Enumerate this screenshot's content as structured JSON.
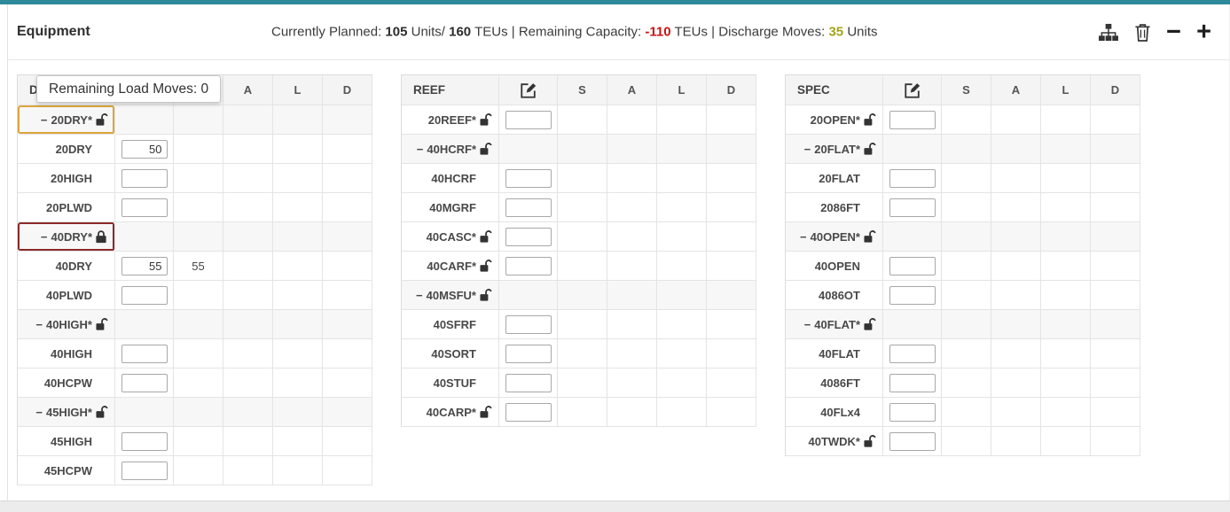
{
  "header": {
    "title": "Equipment",
    "summary": {
      "planned_label": "Currently Planned:",
      "planned_units_value": "105",
      "planned_units_unit": "Units/",
      "planned_teus_value": "160",
      "planned_teus_unit": "TEUs",
      "separator": "|",
      "capacity_label": "Remaining Capacity:",
      "capacity_value": "-110",
      "capacity_unit": "TEUs",
      "discharge_label": "Discharge Moves:",
      "discharge_value": "35",
      "discharge_unit": "Units"
    },
    "actions": {
      "collapse_glyph": "−",
      "expand_glyph": "+"
    }
  },
  "tooltip": {
    "text": "Remaining Load Moves: 0"
  },
  "column_headers": [
    "S",
    "A",
    "L",
    "D"
  ],
  "tables": [
    {
      "name": "DRY",
      "rows": [
        {
          "prefix": "−",
          "label": "20DRY*",
          "lock": "open",
          "group": true,
          "highlight": "focus"
        },
        {
          "label": "20DRY",
          "input": "50"
        },
        {
          "label": "20HIGH",
          "input": ""
        },
        {
          "label": "20PLWD",
          "input": ""
        },
        {
          "prefix": "−",
          "label": "40DRY*",
          "lock": "closed",
          "group": true,
          "highlight": "locked"
        },
        {
          "label": "40DRY",
          "input": "55",
          "s": "55"
        },
        {
          "label": "40PLWD",
          "input": ""
        },
        {
          "prefix": "−",
          "label": "40HIGH*",
          "lock": "open",
          "group": true
        },
        {
          "label": "40HIGH",
          "input": ""
        },
        {
          "label": "40HCPW",
          "input": ""
        },
        {
          "prefix": "−",
          "label": "45HIGH*",
          "lock": "open",
          "group": true
        },
        {
          "label": "45HIGH",
          "input": ""
        },
        {
          "label": "45HCPW",
          "input": ""
        }
      ]
    },
    {
      "name": "REEF",
      "rows": [
        {
          "label": "20REEF*",
          "lock": "open",
          "input": ""
        },
        {
          "prefix": "−",
          "label": "40HCRF*",
          "lock": "open",
          "group": true
        },
        {
          "label": "40HCRF",
          "input": ""
        },
        {
          "label": "40MGRF",
          "input": ""
        },
        {
          "label": "40CASC*",
          "lock": "open",
          "input": ""
        },
        {
          "label": "40CARF*",
          "lock": "open",
          "input": ""
        },
        {
          "prefix": "−",
          "label": "40MSFU*",
          "lock": "open",
          "group": true
        },
        {
          "label": "40SFRF",
          "input": ""
        },
        {
          "label": "40SORT",
          "input": ""
        },
        {
          "label": "40STUF",
          "input": ""
        },
        {
          "label": "40CARP*",
          "lock": "open",
          "input": ""
        }
      ]
    },
    {
      "name": "SPEC",
      "rows": [
        {
          "label": "20OPEN*",
          "lock": "open",
          "input": ""
        },
        {
          "prefix": "−",
          "label": "20FLAT*",
          "lock": "open",
          "group": true
        },
        {
          "label": "20FLAT",
          "input": ""
        },
        {
          "label": "2086FT",
          "input": ""
        },
        {
          "prefix": "−",
          "label": "40OPEN*",
          "lock": "open",
          "group": true
        },
        {
          "label": "40OPEN",
          "input": ""
        },
        {
          "label": "4086OT",
          "input": ""
        },
        {
          "prefix": "−",
          "label": "40FLAT*",
          "lock": "open",
          "group": true
        },
        {
          "label": "40FLAT",
          "input": ""
        },
        {
          "label": "4086FT",
          "input": ""
        },
        {
          "label": "40FLx4",
          "input": ""
        },
        {
          "label": "40TWDK*",
          "lock": "open",
          "input": ""
        }
      ]
    }
  ],
  "icons": {
    "header_actions": [
      "sitemap-icon",
      "trash-icon",
      "minus-icon",
      "plus-icon"
    ],
    "table_header": "edit-icon",
    "row_locks": [
      "lock-open-icon",
      "lock-closed-icon"
    ],
    "group_collapse": "minus-glyph"
  },
  "colors": {
    "accent": "#2e8a99",
    "negative": "#cc1111",
    "discharge": "#a3a31a",
    "focus_border": "#dca63c",
    "locked_border": "#8b2a2a"
  }
}
